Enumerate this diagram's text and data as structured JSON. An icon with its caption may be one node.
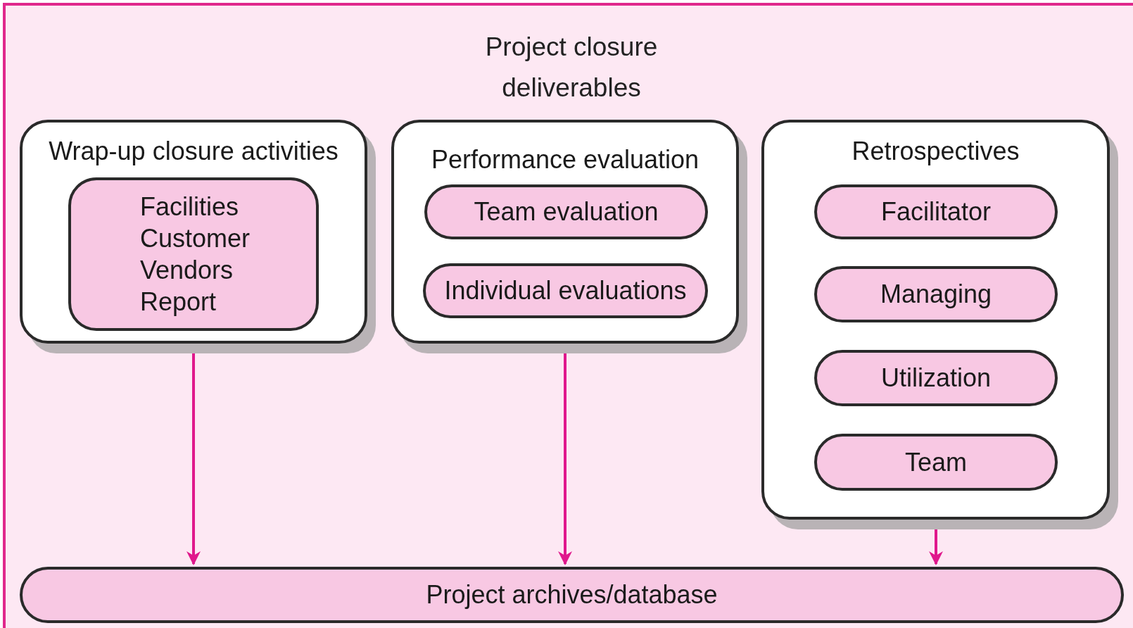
{
  "diagram": {
    "title": "Project closure deliverables",
    "nodes": [
      {
        "text": [
          "Wrap-up closure activities"
        ]
      },
      {
        "text": [
          "Facilities",
          "Customer",
          "Vendors",
          "Report"
        ],
        "in": 0
      },
      {
        "text": [
          "Performance evaluation"
        ]
      },
      {
        "text": [
          "Team evaluation"
        ],
        "in": 2
      },
      {
        "text": [
          "Individual evaluations"
        ],
        "in": 2
      },
      {
        "text": [
          "Retrospectives"
        ]
      },
      {
        "text": [
          "Facilitator"
        ],
        "in": 5
      },
      {
        "text": [
          "Managing"
        ],
        "in": 5
      },
      {
        "text": [
          "Utilization"
        ],
        "in": 5
      },
      {
        "text": [
          "Team"
        ],
        "in": 5
      },
      {
        "text": [
          "Project archives/database"
        ]
      }
    ],
    "edges": [
      {
        "from": 0,
        "to": 10,
        "arrow": "to"
      },
      {
        "from": 2,
        "to": 10,
        "arrow": "to"
      },
      {
        "from": 5,
        "to": 10,
        "arrow": "to"
      }
    ]
  }
}
